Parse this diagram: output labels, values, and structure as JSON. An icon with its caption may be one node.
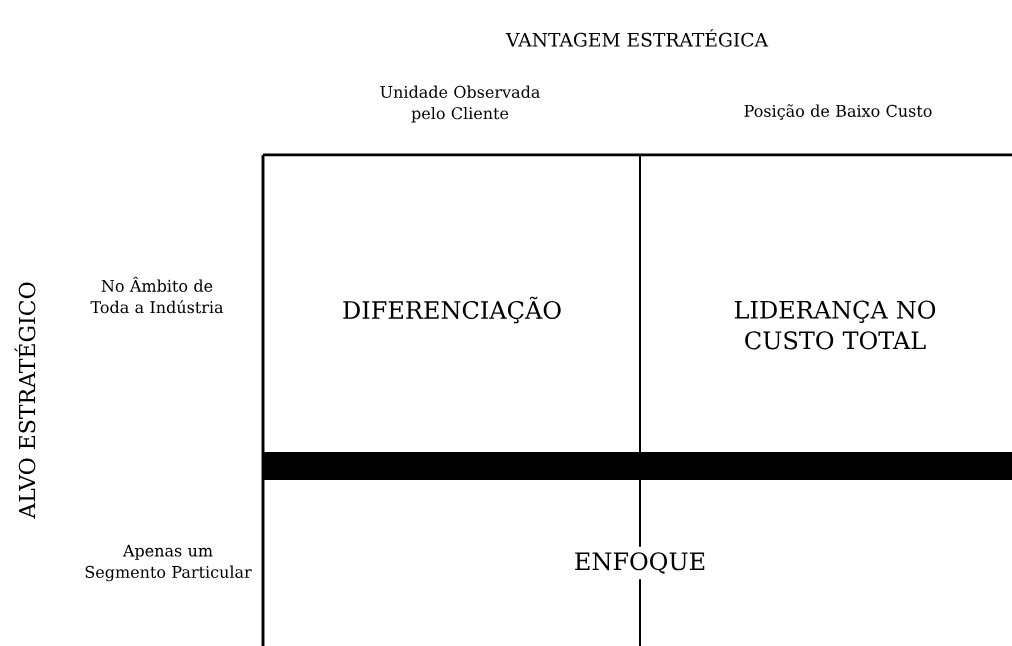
{
  "diagram": {
    "title": "VANTAGEM ESTRATÉGICA",
    "nodes": [
      {
        "text": [
          "DIFERENCIAÇÃO"
        ]
      },
      {
        "text": [
          "LIDERANÇA NO CUSTO TOTAL"
        ]
      },
      {
        "text": [
          "ENFOQUE"
        ]
      },
      {
        "text": [],
        "shape": "bar"
      }
    ],
    "labels": [
      "Unidade Observada pelo Cliente",
      "Posição de Baixo Custo",
      "ALVO ESTRATÉGICO",
      "No Âmbito de Toda a Indústria",
      "Apenas um Segmento Particular"
    ]
  }
}
